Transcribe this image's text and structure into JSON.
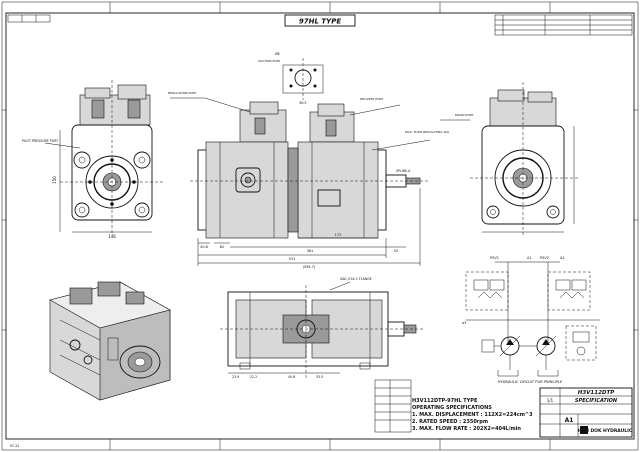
{
  "title_box": "97HL TYPE",
  "bottom_left_stamp": "97-22",
  "notes": {
    "mounting_flange": "SAE-J744 C FLANGE",
    "reg_port": "REGULATION PORT",
    "pilot_port": "PILOT PRESSURE PORT",
    "suction_port": "SUCTION PORT",
    "delivery_port": "DELIVERY PORT",
    "flow_port": "MAX. FLOW REGULATING ADJ.",
    "drain_port": "DRAIN PORT",
    "spline": "SPLINE-A"
  },
  "dimensions": {
    "front_height": "150",
    "front_width": "146",
    "side_total": "(594.7)",
    "side_len": "531",
    "side_part": "361",
    "side_left": "40.8",
    "side_short": "62",
    "side_center": "172",
    "side_right": "52",
    "top_a": "23.9",
    "top_b": "22.2",
    "top_c": "40.6",
    "top_d": "33.5",
    "flange": "Ø8",
    "flange2": "60.5"
  },
  "specs": {
    "model": "H3V112DTP-97HL TYPE",
    "heading": "OPERATING SPECIFICATIONS",
    "line1": "1. MAX. DISPLACEMENT : 112X2=224cm^3",
    "line2": "2. RATED SPEED : 2350rpm",
    "line3": "3. MAX. FLOW RATE : 202X2=404L/min"
  },
  "circuit": {
    "caption": "HYDRAULIC CIRCUIT FOR PRINCIPLE",
    "psv1": "PSV1",
    "psv2": "PSV2",
    "a1": "A1",
    "a2": "A2",
    "a3": "a3"
  },
  "title_block": {
    "model": "H3V112DTP",
    "doc_type": "SPECIFICATION",
    "company": "HAN DOK HYDRAULIC",
    "rev": "A1",
    "sheet_no": "1/1"
  }
}
